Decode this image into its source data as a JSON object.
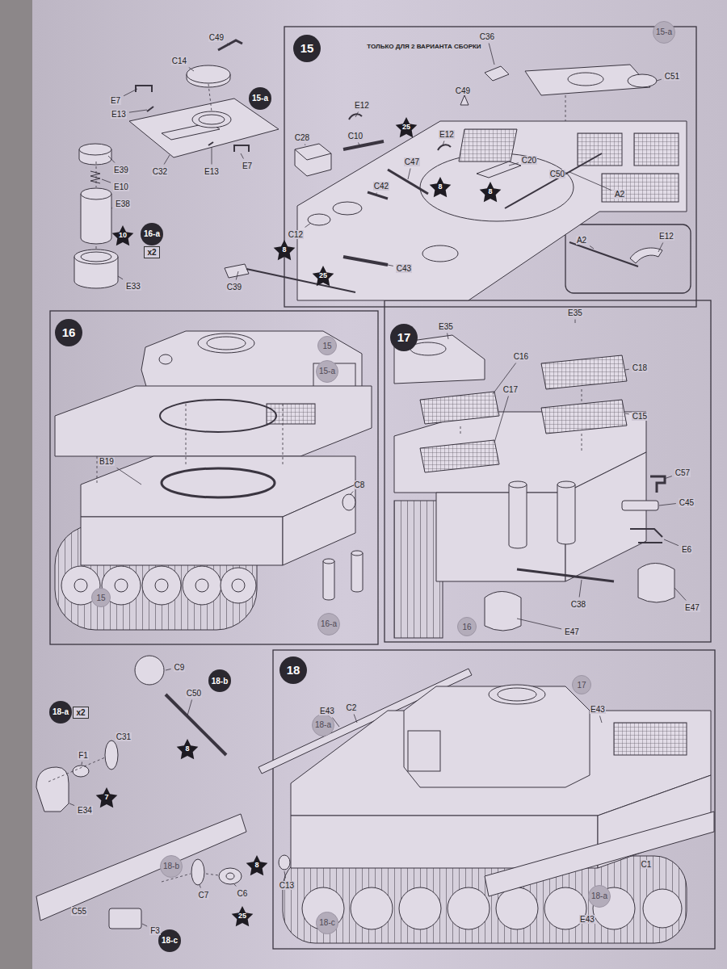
{
  "diagram": {
    "nodes": [
      {
        "text": [
          "15"
        ]
      },
      {
        "text": [
          "15-a"
        ]
      },
      {
        "text": [
          "15-a"
        ]
      },
      {
        "text": [
          "16-a"
        ]
      },
      {
        "text": [
          "x2"
        ]
      },
      {
        "text": [
          "10"
        ]
      },
      {
        "text": [
          "25"
        ]
      },
      {
        "text": [
          "8"
        ]
      },
      {
        "text": [
          "8"
        ]
      },
      {
        "text": [
          "8"
        ]
      },
      {
        "text": [
          "25"
        ]
      },
      {
        "text": [
          "16"
        ]
      },
      {
        "text": [
          "15"
        ]
      },
      {
        "text": [
          "15-a"
        ]
      },
      {
        "text": [
          "15"
        ]
      },
      {
        "text": [
          "16-a"
        ]
      },
      {
        "text": [
          "17"
        ]
      },
      {
        "text": [
          "16"
        ]
      },
      {
        "text": [
          "18-b"
        ]
      },
      {
        "text": [
          "8"
        ]
      },
      {
        "text": [
          "18-a"
        ]
      },
      {
        "text": [
          "x2"
        ]
      },
      {
        "text": [
          "7"
        ]
      },
      {
        "text": [
          "18-b"
        ]
      },
      {
        "text": [
          "8"
        ]
      },
      {
        "text": [
          "18-c"
        ]
      },
      {
        "text": [
          "25"
        ]
      },
      {
        "text": [
          "18"
        ]
      },
      {
        "text": [
          "18-a"
        ]
      },
      {
        "text": [
          "17"
        ]
      },
      {
        "text": [
          "18-c"
        ]
      },
      {
        "text": [
          "18-a"
        ]
      }
    ],
    "labels": [
      "C14",
      "C49",
      "E7",
      "E13",
      "C32",
      "E13",
      "E7",
      "E39",
      "E10",
      "E38",
      "E33",
      "ТОЛЬКО ДЛЯ 2 ВАРИАНТА СБОРКИ",
      "C36",
      "C51",
      "C49",
      "E12",
      "C10",
      "E12",
      "C47",
      "C42",
      "C28",
      "C20",
      "C50",
      "A2",
      "C12",
      "C43",
      "C39",
      "A2",
      "E12",
      "B19",
      "C8",
      "E35",
      "E35",
      "C16",
      "C17",
      "C18",
      "C15",
      "C57",
      "C45",
      "E6",
      "E47",
      "E47",
      "C38",
      "C9",
      "C50",
      "C31",
      "F1",
      "E34",
      "C55",
      "F3",
      "C7",
      "C6",
      "E43",
      "C2",
      "E43",
      "C13",
      "C1",
      "E43"
    ]
  }
}
